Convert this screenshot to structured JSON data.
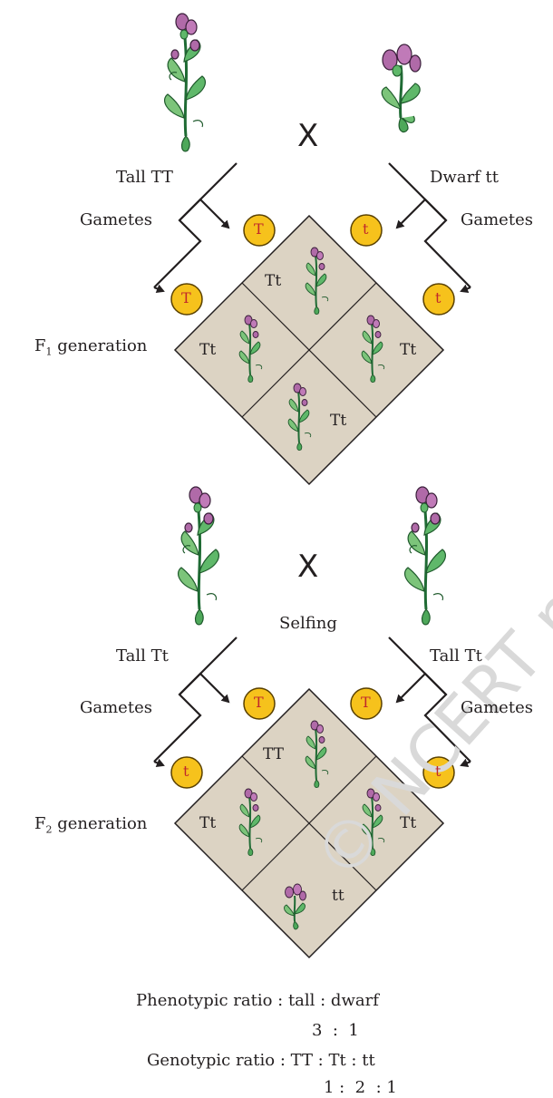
{
  "cross1": {
    "cross_symbol": "X",
    "parent_left": "Tall TT",
    "parent_right": "Dwarf tt",
    "gametes_left": "Gametes",
    "gametes_right": "Gametes",
    "gamete_left_1": "T",
    "gamete_left_2": "T",
    "gamete_right_1": "t",
    "gamete_right_2": "t",
    "generation_letter": "F",
    "generation_sub": "1",
    "generation_text": " generation",
    "cells": {
      "top": "Tt",
      "left": "Tt",
      "right": "Tt",
      "bottom": "Tt"
    }
  },
  "cross2": {
    "cross_symbol": "X",
    "selfing": "Selfing",
    "parent_left": "Tall Tt",
    "parent_right": "Tall Tt",
    "gametes_left": "Gametes",
    "gametes_right": "Gametes",
    "gamete_left_1": "T",
    "gamete_left_2": "t",
    "gamete_right_1": "T",
    "gamete_right_2": "t",
    "generation_letter": "F",
    "generation_sub": "2",
    "generation_text": " generation",
    "cells": {
      "top": "TT",
      "left": "Tt",
      "right": "Tt",
      "bottom": "tt"
    }
  },
  "ratios": {
    "phenotypic": "Phenotypic ratio : tall : dwarf",
    "phenotypic_values": "3  :  1",
    "genotypic": "Genotypic ratio : TT : Tt : tt",
    "genotypic_values": "1 :  2  : 1"
  },
  "watermark": "© NCERT not to be republished",
  "colors": {
    "gamete_fill": "#f6c21c",
    "gamete_stroke": "#5a4100",
    "gamete_text": "#c0282b",
    "square_fill": "#dcd3c3",
    "stem": "#1f8a3c",
    "leaf": "#7cc47a",
    "flower": "#b06aa8"
  }
}
